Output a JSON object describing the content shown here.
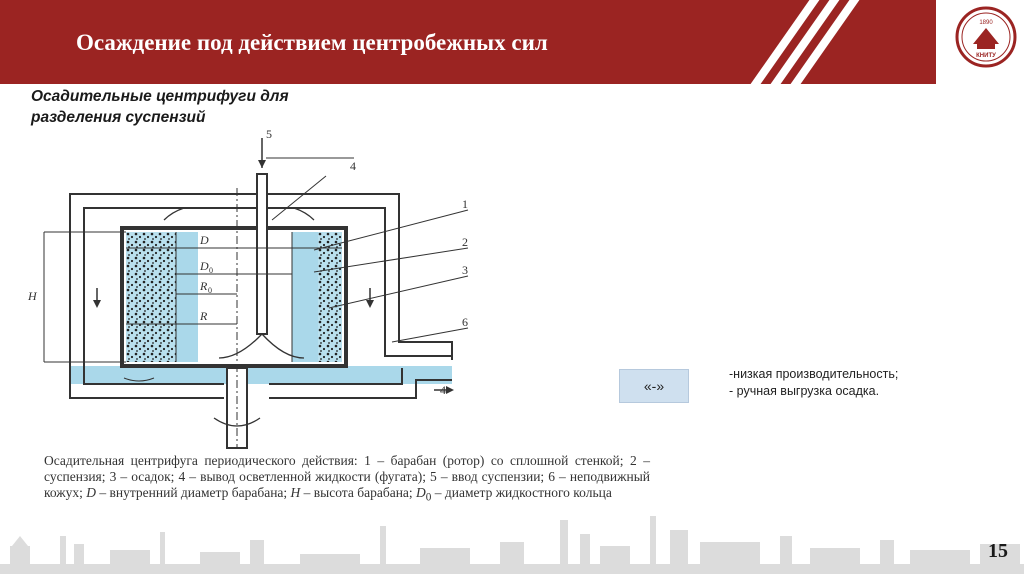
{
  "header": {
    "title": "Осаждение под действием центробежных сил",
    "logo_year": "1890",
    "logo_text": "КНИТУ"
  },
  "subtitle": {
    "line1": "Осадительные центрифуги для",
    "line2": "разделения суспензий"
  },
  "diagram": {
    "labels": {
      "n1": "1",
      "n2": "2",
      "n3": "3",
      "n4_top": "4",
      "n4_bottom": "4",
      "n5": "5",
      "n6": "6",
      "D": "D",
      "D0": "D",
      "D0_sub": "0",
      "R0": "R",
      "R0_sub": "0",
      "R": "R",
      "H": "H"
    }
  },
  "caption": {
    "text_a": "Осадительная центрифуга периодического действия: 1 – барабан (ротор) со сплошной стенкой; 2 – суспензия; 3 – осадок; 4 – вывод осветленной жидкости (фугата); 5 – ввод суспензии; 6 – неподвижный кожух; ",
    "sym_D": "D",
    "text_b": " – внутренний диаметр барабана; ",
    "sym_H": "H",
    "text_c": " – высота барабана; ",
    "sym_D0": "D",
    "sym_D0_sub": "0",
    "text_d": " – диаметр жидкостного кольца"
  },
  "minus_box": {
    "label": "«-»"
  },
  "cons": {
    "line1": "-низкая производительность;",
    "line2": "- ручная выгрузка осадка."
  },
  "page_number": "15",
  "colors": {
    "header_red": "#9b2422",
    "liquid_blue": "#aad8ea",
    "minus_box_bg": "#cfe0ef",
    "skyline_gray": "#dcdcdc"
  }
}
